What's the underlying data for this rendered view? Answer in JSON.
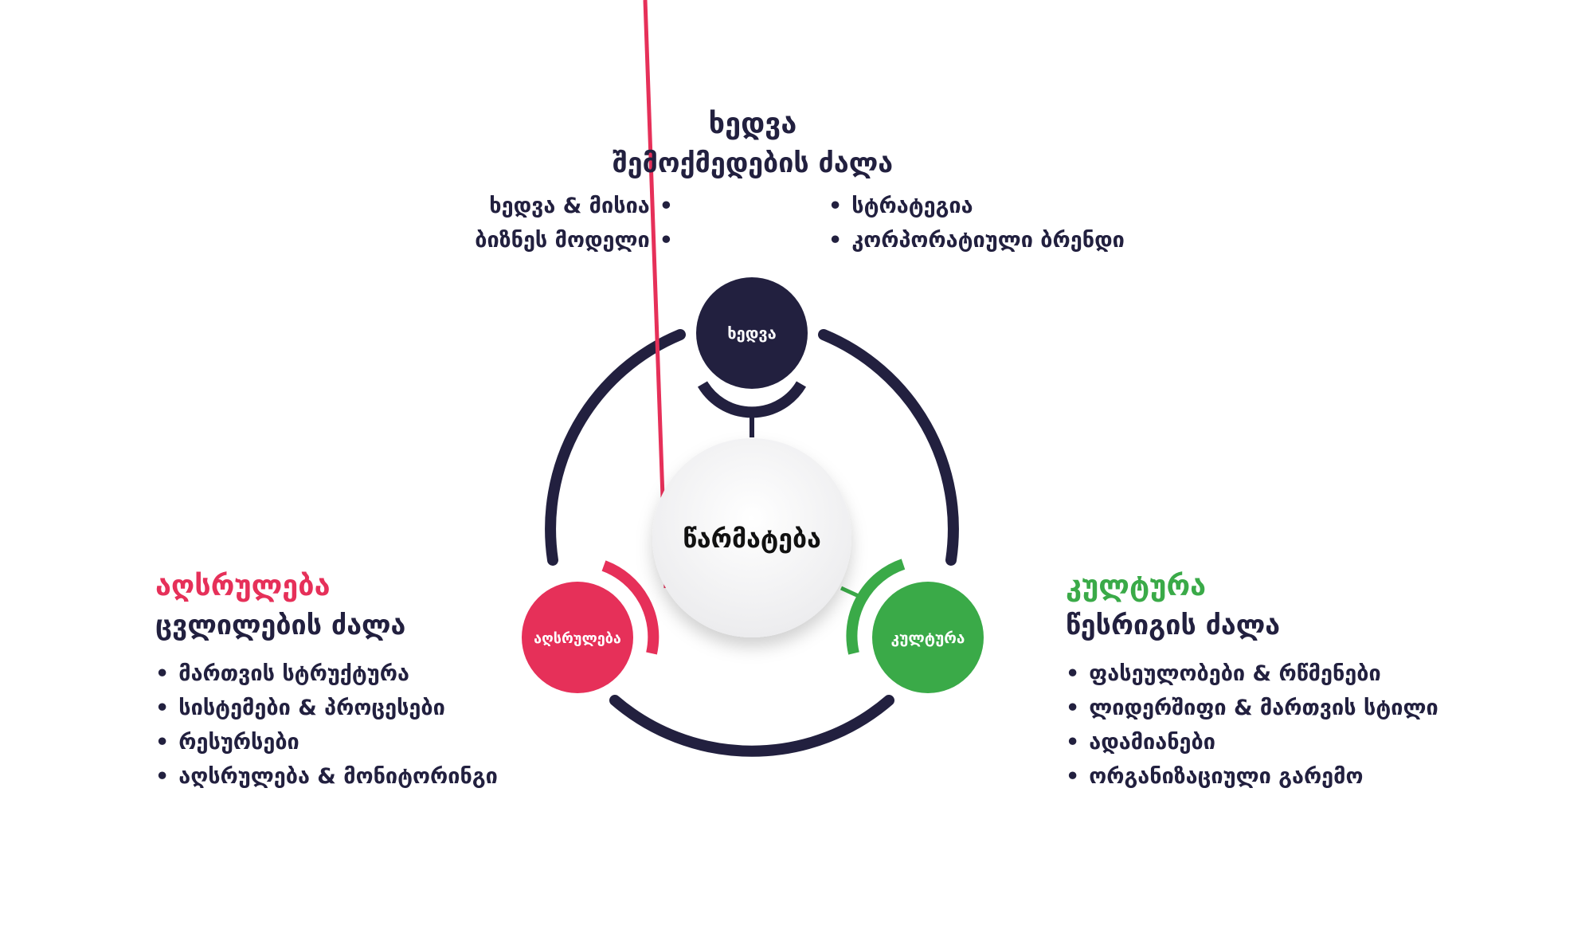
{
  "center": {
    "label": "წარმატება"
  },
  "nodes": {
    "top": {
      "label": "ხედვა"
    },
    "left": {
      "label": "აღსრულება"
    },
    "right": {
      "label": "კულტურა"
    }
  },
  "sections": {
    "vision": {
      "title": "ხედვა",
      "subtitle": "შემოქმედების ძალა",
      "left_items": [
        "ხედვა & მისია",
        "ბიზნეს მოდელი"
      ],
      "right_items": [
        "სტრატეგია",
        "კორპორატიული ბრენდი"
      ]
    },
    "execution": {
      "title": "აღსრულება",
      "subtitle": "ცვლილების ძალა",
      "items": [
        "მართვის სტრუქტურა",
        "სისტემები & პროცესები",
        "რესურსები",
        "აღსრულება & მონიტორინგი"
      ]
    },
    "culture": {
      "title": "კულტურა",
      "subtitle": "წესრიგის ძალა",
      "items": [
        "ფასეულობები & რწმენები",
        "ლიდერშიფი & მართვის სტილი",
        "ადამიანები",
        "ორგანიზაციული გარემო"
      ]
    }
  },
  "colors": {
    "navy": "#22203f",
    "red": "#e63059",
    "green": "#3aaa48",
    "center_fill": "#f7f7f8"
  }
}
